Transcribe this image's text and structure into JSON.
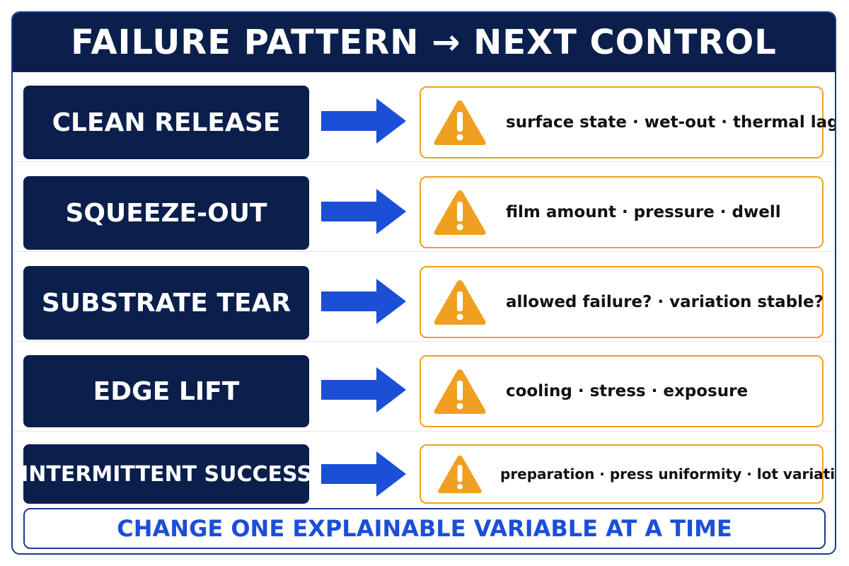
{
  "title": "FAILURE PATTERN → NEXT CONTROL",
  "rows": [
    {
      "pattern": "CLEAN RELEASE",
      "controls": "surface state · wet-out · thermal lag",
      "icon": "warning-icon"
    },
    {
      "pattern": "SQUEEZE-OUT",
      "controls": "film amount · pressure · dwell",
      "icon": "warning-icon"
    },
    {
      "pattern": "SUBSTRATE TEAR",
      "controls": "allowed failure? · variation stable?",
      "icon": "warning-icon"
    },
    {
      "pattern": "EDGE LIFT",
      "controls": "cooling · stress · exposure",
      "icon": "warning-icon"
    },
    {
      "pattern": "INTERMITTENT SUCCESS",
      "controls": "preparation · press uniformity · lot variation",
      "icon": "warning-icon"
    }
  ],
  "footer": "CHANGE ONE EXPLAINABLE VARIABLE AT A TIME",
  "colors": {
    "navy": "#0b1f4d",
    "arrow_blue": "#1a4fd6",
    "warning_orange": "#f0a020",
    "footer_blue": "#1a4fd6"
  }
}
